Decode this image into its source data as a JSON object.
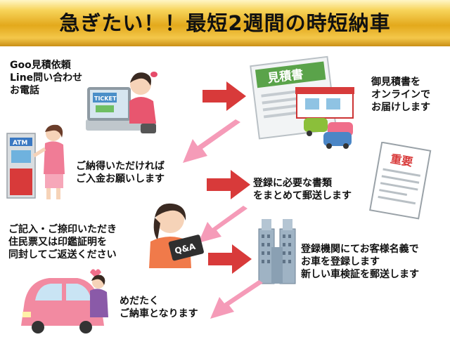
{
  "title": "急ぎたい！！最短2週間の時短納車",
  "steps": {
    "contact": [
      "Goo見積依頼",
      "Line問い合わせ",
      "お電話"
    ],
    "estimate_delivery": [
      "御見積書を",
      "オンラインで",
      "お届けします"
    ],
    "payment": [
      "ご納得いただければ",
      "ご入金お願いします"
    ],
    "documents_mail": [
      "登録に必要な書類",
      "をまとめて郵送します"
    ],
    "return_docs": [
      "ご記入・ご捺印いただき",
      "住民票又は印鑑証明を",
      "同封してご返送ください"
    ],
    "registration": [
      "登録機関にてお客様名義で",
      "お車を登録します",
      "新しい車検証を郵送します"
    ],
    "delivery": [
      "めだたく",
      "ご納車となります"
    ]
  },
  "illustration_text": {
    "ticket": "TICKET",
    "estimate_doc": "見積書",
    "atm": "ATM",
    "important": "重要",
    "qa": "Q&A"
  },
  "colors": {
    "banner_gold": "#e3a91c",
    "red_arrow": "#d83a3a",
    "pink_arrow": "#f59bb8",
    "text": "#111111"
  }
}
